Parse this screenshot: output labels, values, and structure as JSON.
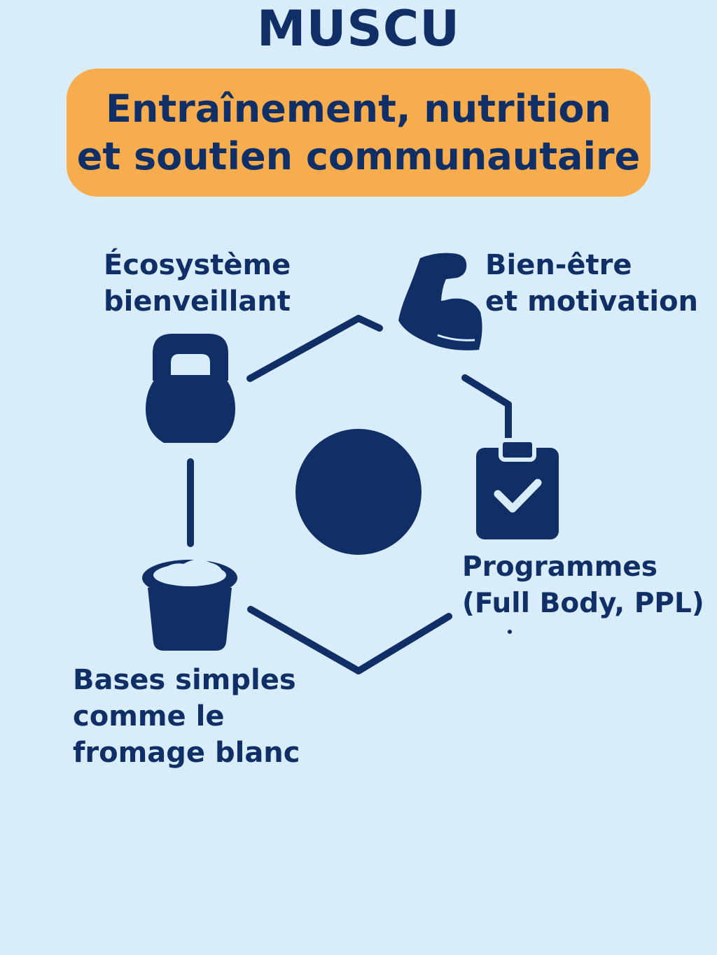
{
  "title": "MUSCU",
  "banner": {
    "line1": "Entraînement, nutrition",
    "line2": "et soutien communautaire"
  },
  "nodes": {
    "ecosystem": {
      "line1": "Écosystème",
      "line2": "bienveillant",
      "icon": "kettlebell-icon"
    },
    "wellbeing": {
      "line1": "Bien-être",
      "line2": "et motivation",
      "icon": "flexed-bicep-icon"
    },
    "programs": {
      "line1": "Programmes",
      "line2": "(Full Body, PPL)",
      "icon": "clipboard-check-icon"
    },
    "nutrition": {
      "line1": "Bases simples",
      "line2": "comme le",
      "line3": "fromage blanc",
      "icon": "fromage-blanc-pot-icon"
    }
  },
  "colors": {
    "background": "#d8ecfa",
    "accent": "#f7ad4d",
    "ink": "#0f2f66",
    "icon": "#0f2f66"
  }
}
